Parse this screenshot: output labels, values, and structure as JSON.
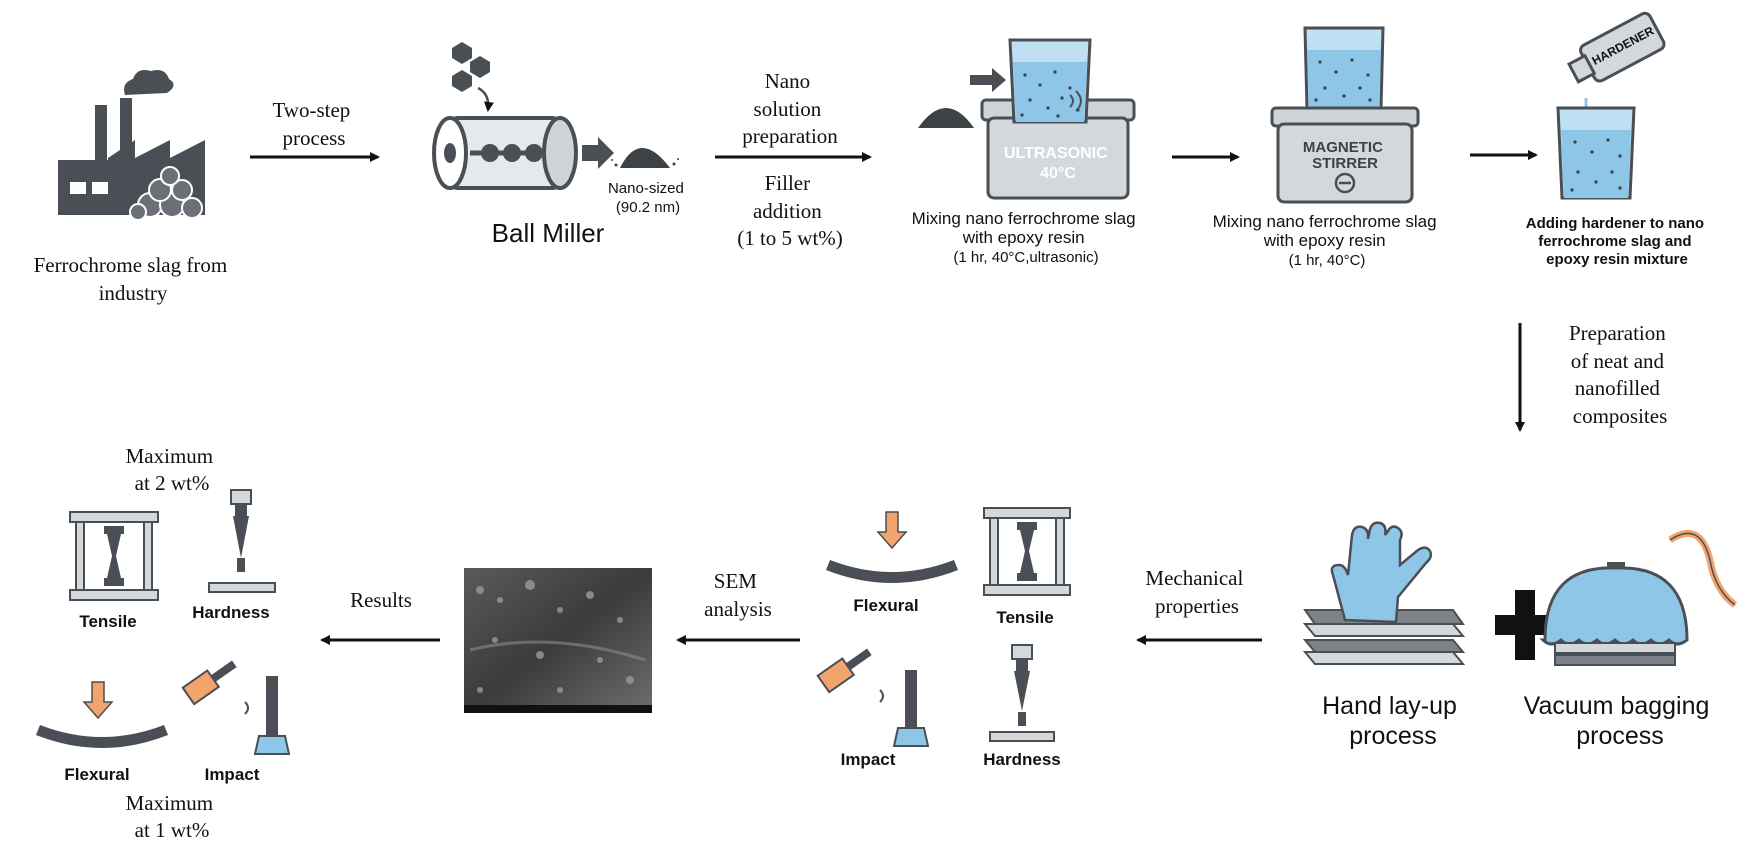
{
  "source": {
    "label_lines": [
      "Ferrochrome slag from",
      "industry"
    ]
  },
  "step1_arrow": {
    "label_lines": [
      "Two-step",
      "process"
    ]
  },
  "ball_miller": {
    "title": "Ball Miller",
    "nano_lines": [
      "Nano-sized",
      "(90.2 nm)"
    ]
  },
  "step2_arrow": {
    "top_lines": [
      "Nano",
      "solution",
      "preparation"
    ],
    "bottom_lines": [
      "Filler",
      "addition",
      "(1 to 5 wt%)"
    ]
  },
  "ultrasonic": {
    "device_lines": [
      "ULTRASONIC",
      "40°C"
    ],
    "caption_lines": [
      "Mixing nano ferrochrome slag",
      "with epoxy resin",
      "(1 hr, 40°C,ultrasonic)"
    ]
  },
  "magnetic": {
    "device_lines": [
      "MAGNETIC",
      "STIRRER"
    ],
    "caption_lines": [
      "Mixing nano ferrochrome slag",
      "with epoxy resin",
      "(1 hr, 40°C)"
    ]
  },
  "hardener": {
    "bottle_label": "HARDENER",
    "caption_lines": [
      "Adding hardener to nano",
      "ferrochrome slag and",
      "epoxy resin mixture"
    ]
  },
  "down_arrow": {
    "label_lines": [
      "Preparation",
      "of neat and",
      "nanofilled",
      "composites"
    ]
  },
  "processes": {
    "hand_lines": [
      "Hand lay-up",
      "process"
    ],
    "vacuum_lines": [
      "Vacuum bagging",
      "process"
    ]
  },
  "mech_arrow": {
    "label_lines": [
      "Mechanical",
      "properties"
    ]
  },
  "tests_middle": {
    "flexural": "Flexural",
    "tensile": "Tensile",
    "impact": "Impact",
    "hardness": "Hardness"
  },
  "sem_arrow": {
    "label_lines": [
      "SEM",
      "analysis"
    ]
  },
  "results_arrow": {
    "label": "Results"
  },
  "results": {
    "top_note_lines": [
      "Maximum",
      "at 2 wt%"
    ],
    "bottom_note_lines": [
      "Maximum",
      "at 1 wt%"
    ],
    "tensile": "Tensile",
    "hardness": "Hardness",
    "flexural": "Flexural",
    "impact": "Impact"
  },
  "colors": {
    "dark_gray": "#4a4f55",
    "light_blue": "#8ec6e8",
    "orange": "#f2a46c",
    "device_gray": "#d3d8dc"
  }
}
